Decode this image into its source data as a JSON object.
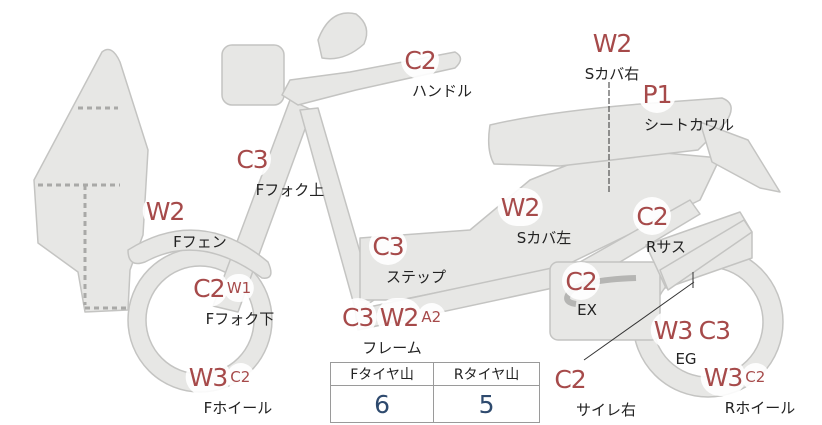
{
  "tread_table": {
    "front_header": "Fタイヤ山",
    "rear_header": "Rタイヤ山",
    "front_value": "6",
    "rear_value": "5"
  },
  "annotations": [
    {
      "key": "s-cover-right",
      "codes": [
        {
          "text": "W2"
        }
      ],
      "label": "Sカバ右"
    },
    {
      "key": "handle",
      "codes": [
        {
          "text": "C2"
        }
      ],
      "label": "ハンドル"
    },
    {
      "key": "seat-cowl",
      "codes": [
        {
          "text": "P1"
        }
      ],
      "label": "シートカウル"
    },
    {
      "key": "f-fork-upper",
      "codes": [
        {
          "text": "C3"
        }
      ],
      "label": "Fフォク上"
    },
    {
      "key": "f-fender",
      "codes": [
        {
          "text": "W2"
        }
      ],
      "label": "Fフェン"
    },
    {
      "key": "s-cover-left",
      "codes": [
        {
          "text": "W2"
        }
      ],
      "label": "Sカバ左"
    },
    {
      "key": "r-suspension",
      "codes": [
        {
          "text": "C2"
        }
      ],
      "label": "Rサス"
    },
    {
      "key": "step",
      "codes": [
        {
          "text": "C3"
        }
      ],
      "label": "ステップ"
    },
    {
      "key": "exhaust",
      "codes": [
        {
          "text": "C2"
        }
      ],
      "label": "EX"
    },
    {
      "key": "f-fork-lower",
      "codes": [
        {
          "text": "C2"
        },
        {
          "text": "W1",
          "small": true
        }
      ],
      "label": "Fフォク下"
    },
    {
      "key": "frame",
      "codes": [
        {
          "text": "C3"
        },
        {
          "text": "W2"
        },
        {
          "text": "A2",
          "small": true
        }
      ],
      "label": "フレーム"
    },
    {
      "key": "engine",
      "codes": [
        {
          "text": "W3"
        },
        {
          "text": "C3"
        }
      ],
      "label": "EG"
    },
    {
      "key": "f-wheel",
      "codes": [
        {
          "text": "W3"
        },
        {
          "text": "C2",
          "small": true
        }
      ],
      "label": "Fホイール"
    },
    {
      "key": "muffler-right",
      "codes": [
        {
          "text": "C2"
        }
      ],
      "label": "サイレ右"
    },
    {
      "key": "r-wheel",
      "codes": [
        {
          "text": "W3"
        },
        {
          "text": "C2",
          "small": true
        }
      ],
      "label": "Rホイール"
    }
  ]
}
